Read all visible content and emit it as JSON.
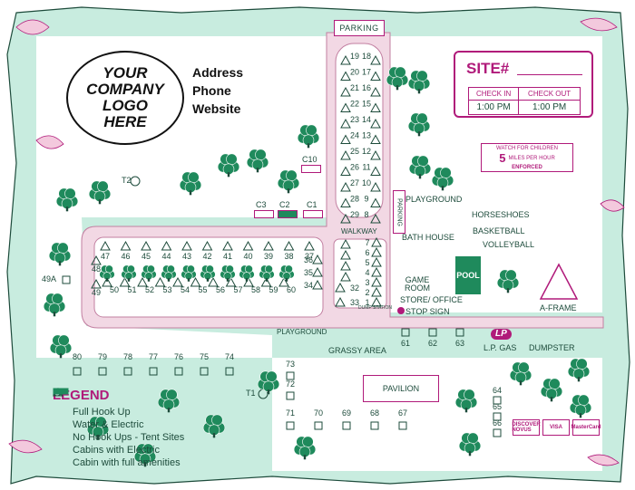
{
  "company": {
    "logo_text": "YOUR\nCOMPANY\nLOGO\nHERE",
    "address": "Address",
    "phone": "Phone",
    "website": "Website"
  },
  "site_card": {
    "title": "SITE#",
    "check_in_label": "CHECK IN",
    "check_out_label": "CHECK OUT",
    "check_in_time": "1:00 PM",
    "check_out_time": "1:00 PM"
  },
  "speed_sign": {
    "line1": "WATCH FOR CHILDREN",
    "speed": "5",
    "line2": "MILES PER HOUR",
    "line3": "ENFORCED"
  },
  "facilities": {
    "parking_top": "PARKING",
    "parking_side": "PARKING",
    "walkway": "WALKWAY",
    "playground": "PLAYGROUND",
    "playground_lower": "PLAYGROUND",
    "horseshoes": "HORSESHOES",
    "basketball": "BASKETBALL",
    "volleyball": "VOLLEYBALL",
    "bath_house": "BATH HOUSE",
    "game_room": "GAME\nROOM",
    "store_office": "STORE/ OFFICE",
    "stop_sign": "STOP SIGN",
    "pool": "POOL",
    "a_frame": "A-FRAME",
    "lp_gas": "L.P. GAS",
    "lp_icon": "LP",
    "dumpster": "DUMPSTER",
    "grassy_area": "GRASSY AREA",
    "pavilion": "PAVILION",
    "dump_station": "DUMP STATION"
  },
  "sites": {
    "center_left": [
      "19",
      "20",
      "21",
      "22",
      "23",
      "24",
      "25",
      "26",
      "27",
      "28",
      "29"
    ],
    "center_right": [
      "18",
      "17",
      "16",
      "15",
      "14",
      "13",
      "12",
      "11",
      "10",
      "9",
      "8"
    ],
    "lower_left": [
      "32",
      "33"
    ],
    "lower_right": [
      "7",
      "6",
      "5",
      "4",
      "3",
      "2",
      "1"
    ],
    "row_upper": [
      "47",
      "46",
      "45",
      "44",
      "43",
      "42",
      "41",
      "40",
      "39",
      "38",
      "37"
    ],
    "row_lower": [
      "50",
      "51",
      "52",
      "53",
      "54",
      "55",
      "56",
      "57",
      "58",
      "59",
      "60"
    ],
    "right_col": [
      "36",
      "35",
      "34"
    ],
    "west": [
      "48",
      "49"
    ],
    "site_49a": "49A",
    "south_top_row": [
      "80",
      "79",
      "78",
      "77",
      "76",
      "75",
      "74"
    ],
    "south_col": [
      "73",
      "72"
    ],
    "south_bottom_row": [
      "71",
      "70",
      "69",
      "68",
      "67"
    ],
    "right_small": [
      "61",
      "62",
      "63"
    ],
    "east_right": [
      "64",
      "65",
      "66"
    ],
    "tent_sites": [
      "T2",
      "T1"
    ],
    "cabins": [
      "C10",
      "C3",
      "C2",
      "C1"
    ]
  },
  "legend": {
    "title": "LEGEND",
    "items": [
      "Full Hook Up",
      "Water & Electric",
      "No Hook Ups - Tent Sites",
      "Cabins with Electric",
      "Cabin with full amenities"
    ]
  },
  "payment_cards": [
    "DISCOVER NOVUS",
    "VISA",
    "MasterCard"
  ],
  "colors": {
    "path": "#f2d8e4",
    "path_edge": "#c27fa1",
    "grass": "#c8ecdf",
    "tree": "#1f8a5c",
    "accent": "#b01a7a",
    "text": "#1d4b3b"
  }
}
